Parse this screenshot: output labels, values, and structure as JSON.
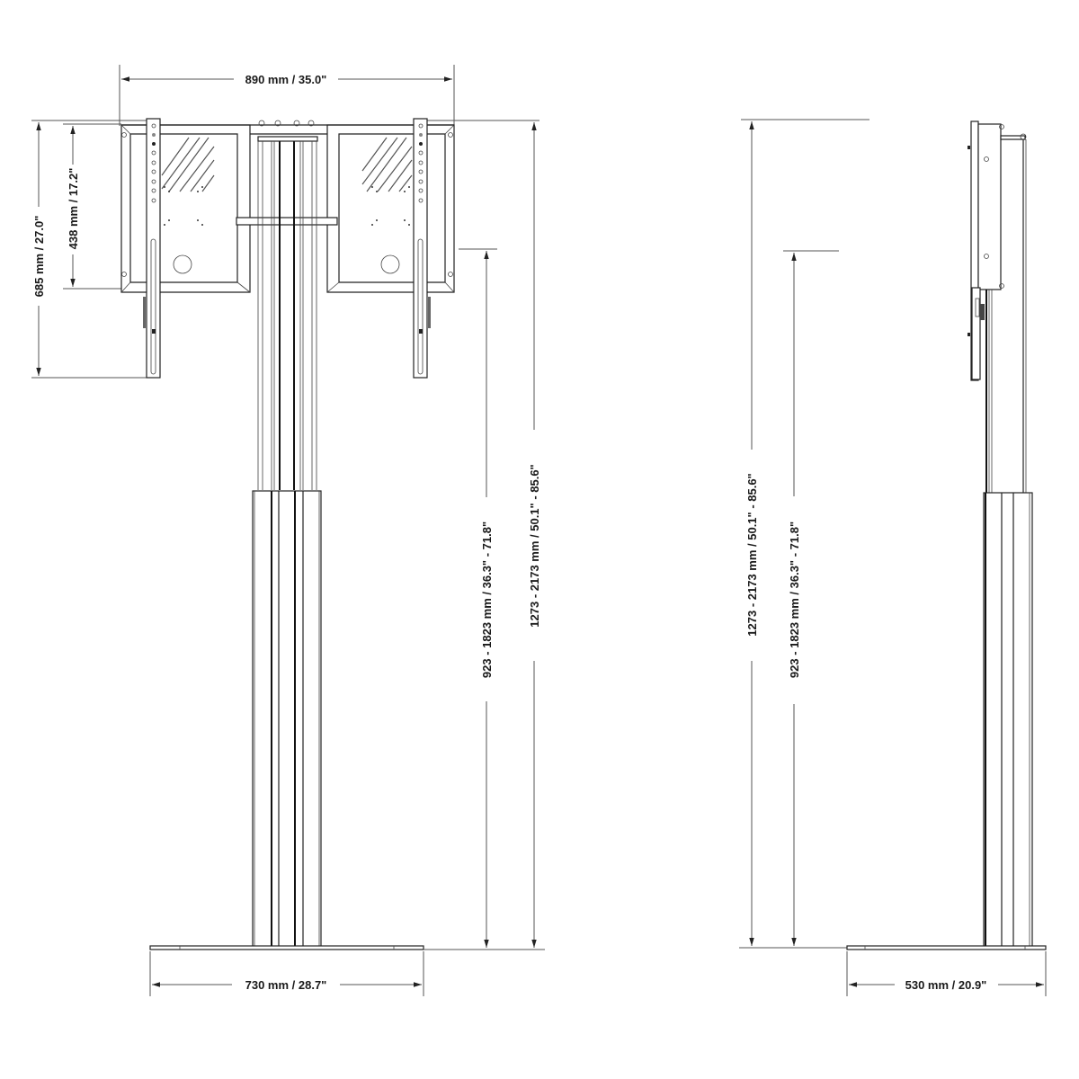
{
  "drawing": {
    "front_view": {
      "width_top": "890 mm / 35.0\"",
      "height_bracket": "685 mm / 27.0\"",
      "height_inner": "438 mm / 17.2\"",
      "height_floor_to_bracket": "923 - 1823 mm / 36.3\" - 71.8\"",
      "height_total": "1273 - 2173 mm / 50.1\" - 85.6\"",
      "width_base": "730 mm / 28.7\""
    },
    "side_view": {
      "height_total": "1273 - 2173 mm / 50.1\" - 85.6\"",
      "height_floor_to_bracket": "923 - 1823 mm / 36.3\" - 71.8\"",
      "depth_base": "530 mm / 20.9\""
    },
    "colors": {
      "line": "#222222",
      "background": "#ffffff"
    }
  }
}
